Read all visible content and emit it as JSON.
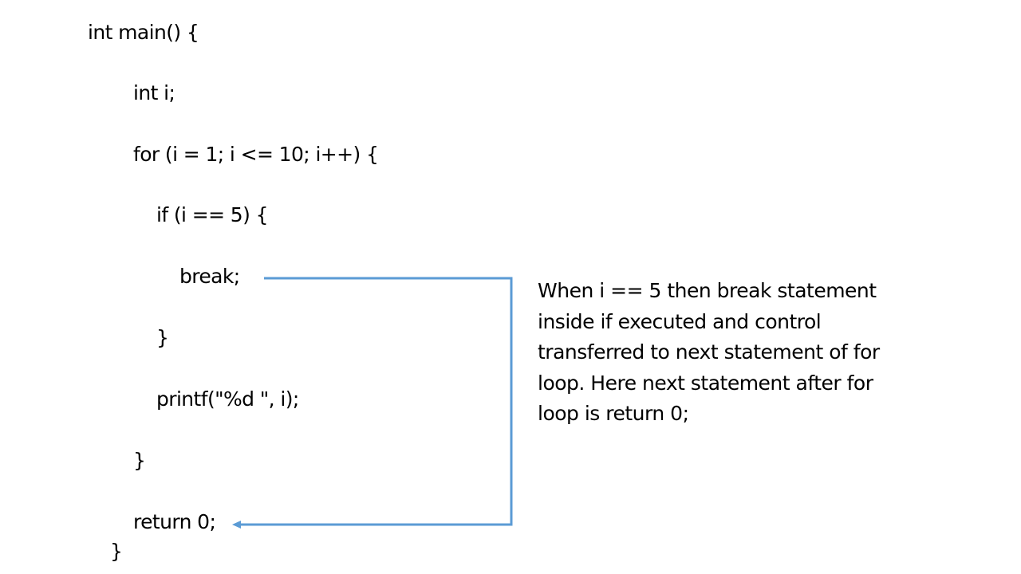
{
  "code": {
    "lines": [
      {
        "text": "int main() {",
        "indent": 0
      },
      {
        "text": "int i;",
        "indent": 1
      },
      {
        "text": "for (i = 1; i <= 10; i++) {",
        "indent": 1
      },
      {
        "text": "if (i == 5) {",
        "indent": 2
      },
      {
        "text": "break;",
        "indent": 3
      },
      {
        "text": "}",
        "indent": 2
      },
      {
        "text": "printf(\"%d \", i);",
        "indent": 2
      },
      {
        "text": "}",
        "indent": 1
      },
      {
        "text": "return 0;",
        "indent": 1
      },
      {
        "text": "}",
        "indent": 0
      }
    ]
  },
  "annotation": {
    "lines": [
      "When i == 5 then break statement",
      "inside if executed and control",
      "transferred to next statement of for",
      "loop. Here next statement after for",
      "loop is return 0;"
    ]
  },
  "arrow": {
    "color": "#5b9bd5",
    "from": "break;",
    "to": "return 0;"
  }
}
